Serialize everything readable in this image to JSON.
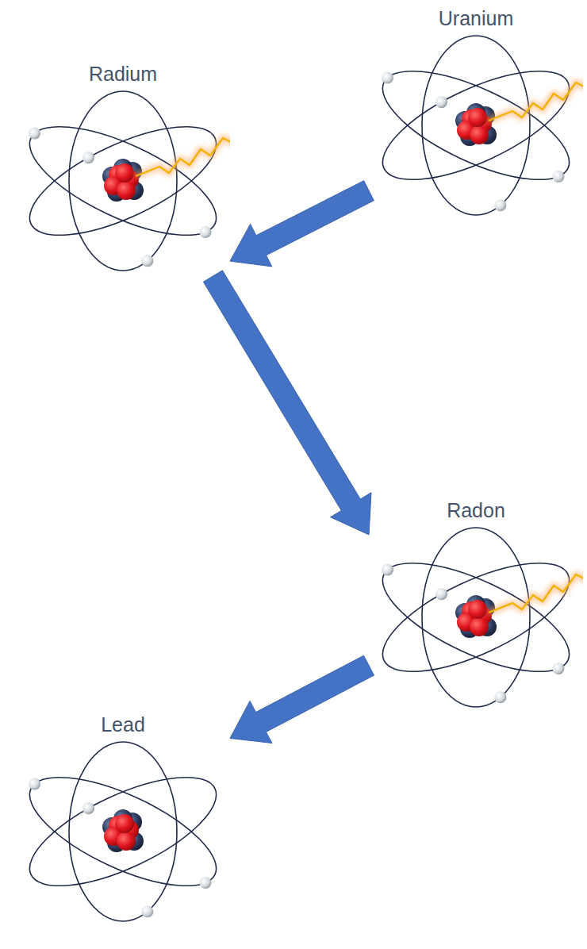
{
  "diagram": {
    "nodes": [
      {
        "text": [
          "Uranium"
        ]
      },
      {
        "text": [
          "Radium"
        ]
      },
      {
        "text": [
          "Radon"
        ]
      },
      {
        "text": [
          "Lead"
        ]
      }
    ],
    "edges": [
      {
        "from": 0,
        "to": 1,
        "arrow": "to"
      },
      {
        "from": 1,
        "to": 2,
        "arrow": "to"
      },
      {
        "from": 2,
        "to": 3,
        "arrow": "to"
      }
    ]
  }
}
